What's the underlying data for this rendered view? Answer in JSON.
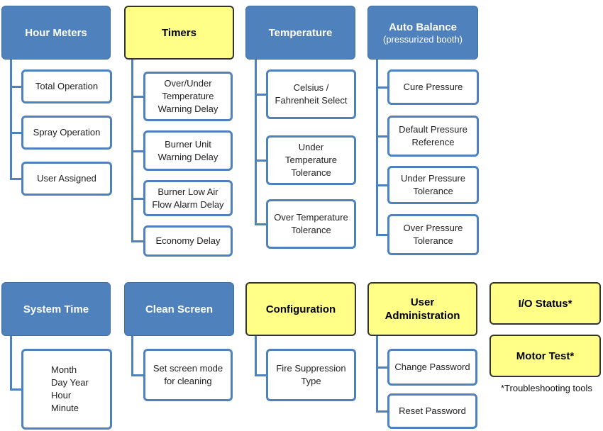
{
  "categories": [
    {
      "id": "hour-meters",
      "title": "Hour Meters",
      "color": "blue",
      "items": [
        "Total Operation",
        "Spray Operation",
        "User Assigned"
      ]
    },
    {
      "id": "timers",
      "title": "Timers",
      "color": "yellow",
      "items": [
        "Over/Under Temperature Warning Delay",
        "Burner Unit Warning Delay",
        "Burner Low Air Flow Alarm Delay",
        "Economy Delay"
      ]
    },
    {
      "id": "temperature",
      "title": "Temperature",
      "color": "blue",
      "items": [
        "Celsius / Fahrenheit Select",
        "Under Temperature Tolerance",
        "Over Temperature Tolerance"
      ]
    },
    {
      "id": "auto-balance",
      "title": "Auto Balance",
      "subtitle": "(pressurized booth)",
      "color": "blue",
      "items": [
        "Cure Pressure",
        "Default Pressure Reference",
        "Under Pressure Tolerance",
        "Over Pressure Tolerance"
      ]
    },
    {
      "id": "system-time",
      "title": "System Time",
      "color": "blue",
      "items": [
        "Month Day Year Hour Minute"
      ]
    },
    {
      "id": "clean-screen",
      "title": "Clean Screen",
      "color": "blue",
      "items": [
        "Set screen mode for cleaning"
      ]
    },
    {
      "id": "configuration",
      "title": "Configuration",
      "color": "yellow",
      "items": [
        "Fire Suppression Type"
      ]
    },
    {
      "id": "user-administration",
      "title": "User Administration",
      "color": "yellow",
      "items": [
        "Change Password",
        "Reset Password"
      ]
    },
    {
      "id": "io-status",
      "title": "I/O Status*",
      "color": "yellow",
      "items": []
    },
    {
      "id": "motor-test",
      "title": "Motor Test*",
      "color": "yellow",
      "items": []
    }
  ],
  "footnote": "*Troubleshooting tools"
}
